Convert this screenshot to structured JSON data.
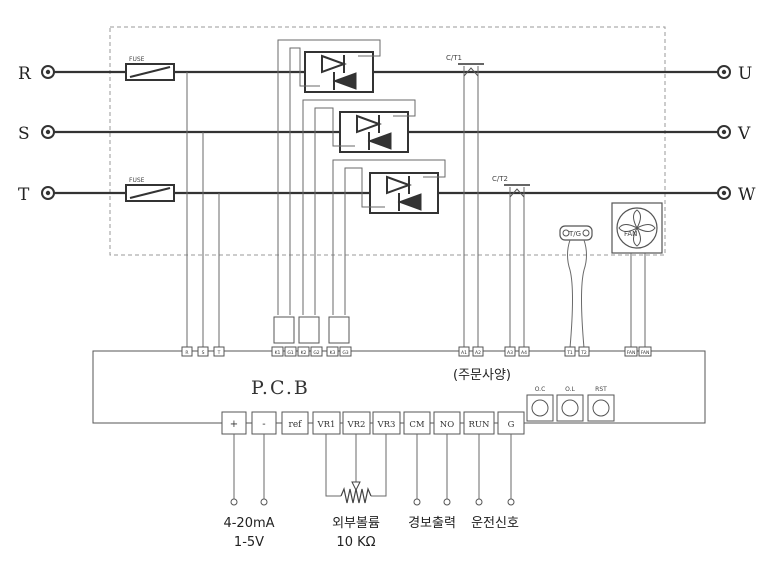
{
  "phases_in": [
    "R",
    "S",
    "T"
  ],
  "phases_out": [
    "U",
    "V",
    "W"
  ],
  "fuse_label": "FUSE",
  "ct1_label": "C/T1",
  "ct2_label": "C/T2",
  "thermal_label": "T/G",
  "fan_label": "FAN",
  "pcb_label": "P.C.B",
  "order_note": "(주문사양)",
  "terminals_top": [
    "R",
    "S",
    "T",
    "K1",
    "G1",
    "K2",
    "G2",
    "K3",
    "G3",
    "A1",
    "A2",
    "A3",
    "A4",
    "T1",
    "T2",
    "FAN",
    "FAN"
  ],
  "terminals_bottom": [
    "+",
    "-",
    "ref",
    "VR1",
    "VR2",
    "VR3",
    "CM",
    "NO",
    "RUN",
    "G"
  ],
  "indicators": [
    "O.C",
    "O.L",
    "RST"
  ],
  "captions": {
    "signal_line1": "4-20mA",
    "signal_line2": "1-5V",
    "volume_line1": "외부볼륨",
    "volume_line2": "10 KΩ",
    "alarm": "경보출력",
    "run_signal": "운전신호"
  }
}
